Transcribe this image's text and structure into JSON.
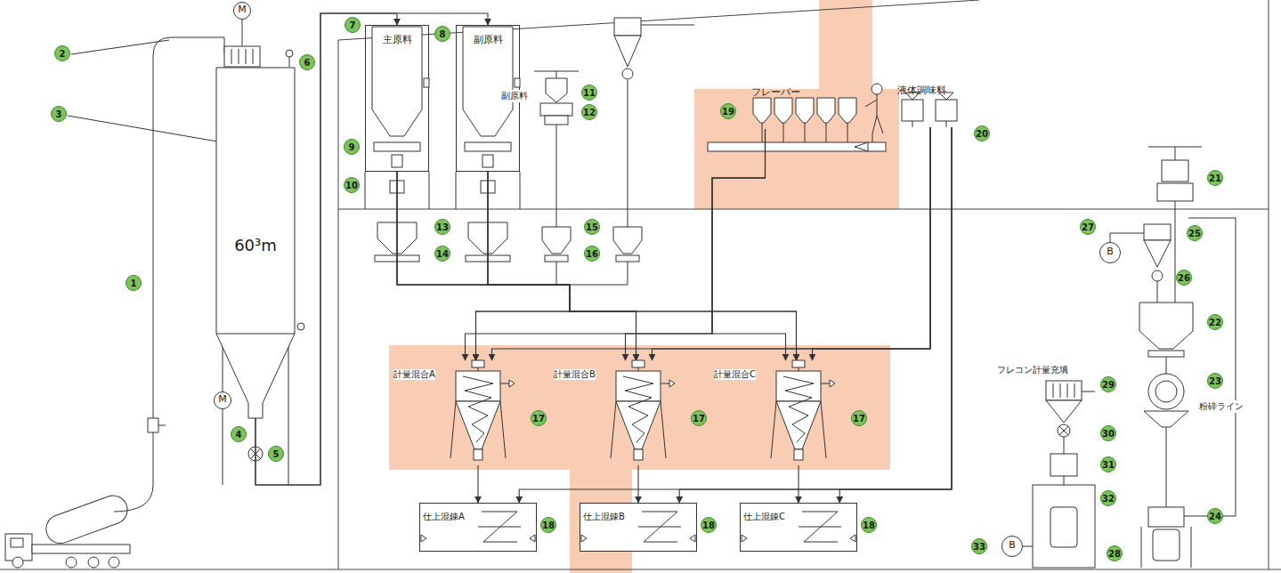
{
  "diagram": {
    "nodes": [
      {
        "text": [
          "60³m"
        ]
      },
      {
        "text": [
          "M"
        ]
      },
      {
        "text": [
          "M"
        ]
      },
      {
        "text": [
          "主原料"
        ]
      },
      {
        "text": [
          "副原料"
        ]
      },
      {
        "text": [
          "フレーバー"
        ]
      },
      {
        "text": [
          "液体調味料"
        ]
      },
      {
        "text": [
          "計量混合A"
        ]
      },
      {
        "text": [
          "計量混合B"
        ]
      },
      {
        "text": [
          "計量混合C"
        ]
      },
      {
        "text": [
          "仕上混錬A"
        ]
      },
      {
        "text": [
          "仕上混錬B"
        ]
      },
      {
        "text": [
          "仕上混錬C"
        ]
      },
      {
        "text": [
          "B"
        ]
      },
      {
        "text": [
          "B"
        ]
      }
    ],
    "edges": [
      {
        "from": 0,
        "to": 3,
        "arrow": "to"
      },
      {
        "from": 0,
        "to": 4,
        "arrow": "to"
      },
      {
        "from": 3,
        "to": 7,
        "arrow": "to"
      },
      {
        "from": 3,
        "to": 8,
        "arrow": "to"
      },
      {
        "from": 3,
        "to": 9,
        "arrow": "to"
      },
      {
        "from": 4,
        "to": 7,
        "arrow": "to"
      },
      {
        "from": 4,
        "to": 8,
        "arrow": "to"
      },
      {
        "from": 4,
        "to": 9,
        "arrow": "to"
      },
      {
        "from": 5,
        "to": 7,
        "arrow": "to"
      },
      {
        "from": 5,
        "to": 8,
        "arrow": "to"
      },
      {
        "from": 5,
        "to": 9,
        "arrow": "to"
      },
      {
        "from": 6,
        "to": 7,
        "arrow": "to"
      },
      {
        "from": 6,
        "to": 8,
        "arrow": "to"
      },
      {
        "from": 6,
        "to": 9,
        "arrow": "to"
      },
      {
        "from": 6,
        "to": 10,
        "arrow": "to"
      },
      {
        "from": 6,
        "to": 11,
        "arrow": "to"
      },
      {
        "from": 6,
        "to": 12,
        "arrow": "to"
      },
      {
        "from": 7,
        "to": 10,
        "arrow": "to"
      },
      {
        "from": 8,
        "to": 11,
        "arrow": "to"
      },
      {
        "from": 9,
        "to": 12,
        "arrow": "to"
      }
    ],
    "labels": [
      "副原料",
      "フレコン計量充填",
      "粉砕ライン",
      "1",
      "2",
      "3",
      "4",
      "5",
      "6",
      "7",
      "8",
      "9",
      "10",
      "11",
      "12",
      "13",
      "14",
      "15",
      "16",
      "17",
      "17",
      "17",
      "18",
      "18",
      "18",
      "19",
      "20",
      "21",
      "22",
      "23",
      "24",
      "25",
      "26",
      "27",
      "28",
      "29",
      "30",
      "31",
      "32",
      "33"
    ]
  }
}
